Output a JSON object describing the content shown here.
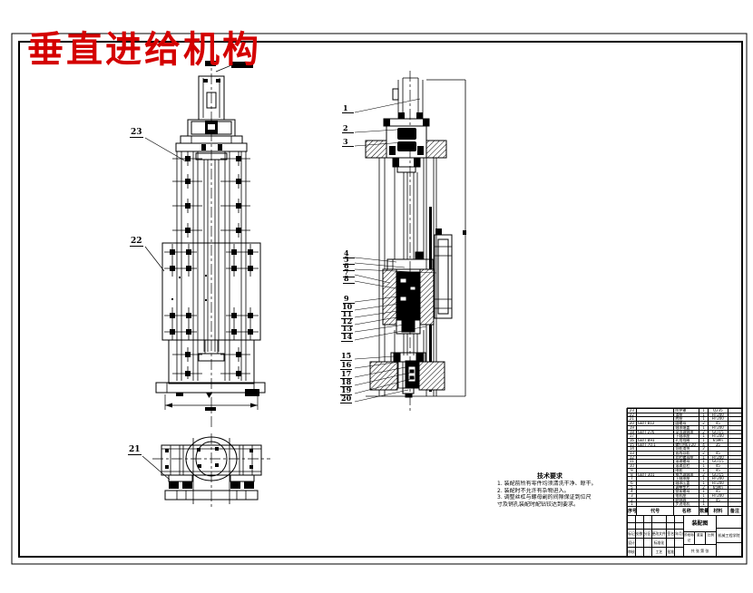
{
  "sheet": {
    "background": "#ffffff",
    "line_color": "#000000"
  },
  "title": {
    "text": "垂直进给机构",
    "color": "#d40000"
  },
  "callouts": [
    "1",
    "2",
    "3",
    "4",
    "5",
    "6",
    "7",
    "8",
    "9",
    "10",
    "11",
    "12",
    "13",
    "14",
    "15",
    "16",
    "17",
    "18",
    "19",
    "20",
    "21",
    "22",
    "23"
  ],
  "notes": {
    "title": "技术要求",
    "lines": [
      "1. 装配前所有零件均须清洗干净、晾干。",
      "2. 装配时不允许有杂物进入。",
      "3. 调整丝杠与螺母副的间隙保证到位尺",
      "寸及销孔装配时配钻铰达到要求。"
    ]
  },
  "bom": {
    "headers": [
      "序号",
      "代号",
      "名称",
      "数量",
      "材料",
      "备注"
    ],
    "rows": [
      {
        "no": "23",
        "code": "",
        "name": "防护罩",
        "qty": "1",
        "mat": "Q235",
        "rem": ""
      },
      {
        "no": "22",
        "code": "",
        "name": "滑座",
        "qty": "1",
        "mat": "HT200",
        "rem": ""
      },
      {
        "no": "21",
        "code": "",
        "name": "底座",
        "qty": "1",
        "mat": "HT200",
        "rem": ""
      },
      {
        "no": "20",
        "code": "GB/T 812",
        "name": "圆螺母",
        "qty": "2",
        "mat": "45",
        "rem": ""
      },
      {
        "no": "19",
        "code": "",
        "name": "轴承端盖",
        "qty": "1",
        "mat": "HT200",
        "rem": ""
      },
      {
        "no": "18",
        "code": "GB/T 276",
        "name": "深沟球轴承",
        "qty": "2",
        "mat": "GCr15",
        "rem": ""
      },
      {
        "no": "17",
        "code": "",
        "name": "下轴承座",
        "qty": "1",
        "mat": "HT200",
        "rem": ""
      },
      {
        "no": "16",
        "code": "GB/T 893",
        "name": "孔用挡圈",
        "qty": "1",
        "mat": "65Mn",
        "rem": ""
      },
      {
        "no": "15",
        "code": "GB/T 70.1",
        "name": "螺钉M6×20",
        "qty": "4",
        "mat": "35",
        "rem": ""
      },
      {
        "no": "14",
        "code": "",
        "name": "导轨滑块",
        "qty": "2",
        "mat": "",
        "rem": ""
      },
      {
        "no": "13",
        "code": "",
        "name": "直线导轨",
        "qty": "2",
        "mat": "45",
        "rem": ""
      },
      {
        "no": "12",
        "code": "",
        "name": "丝杠螺母座",
        "qty": "1",
        "mat": "HT200",
        "rem": ""
      },
      {
        "no": "11",
        "code": "",
        "name": "滚珠螺母",
        "qty": "1",
        "mat": "GCr15",
        "rem": ""
      },
      {
        "no": "10",
        "code": "",
        "name": "滚珠丝杠",
        "qty": "1",
        "mat": "45",
        "rem": ""
      },
      {
        "no": "9",
        "code": "",
        "name": "隔套",
        "qty": "1",
        "mat": "45",
        "rem": ""
      },
      {
        "no": "8",
        "code": "GB/T 301",
        "name": "推力球轴承",
        "qty": "2",
        "mat": "GCr15",
        "rem": ""
      },
      {
        "no": "7",
        "code": "",
        "name": "上轴承座",
        "qty": "1",
        "mat": "HT200",
        "rem": ""
      },
      {
        "no": "6",
        "code": "",
        "name": "轴承压盖",
        "qty": "1",
        "mat": "HT200",
        "rem": ""
      },
      {
        "no": "5",
        "code": "",
        "name": "调整垫片",
        "qty": "2",
        "mat": "65Mn",
        "rem": ""
      },
      {
        "no": "4",
        "code": "",
        "name": "锁紧螺母",
        "qty": "1",
        "mat": "45",
        "rem": ""
      },
      {
        "no": "3",
        "code": "",
        "name": "电机座",
        "qty": "1",
        "mat": "HT200",
        "rem": ""
      },
      {
        "no": "2",
        "code": "",
        "name": "联轴器",
        "qty": "1",
        "mat": "45",
        "rem": ""
      },
      {
        "no": "1",
        "code": "",
        "name": "步进电机",
        "qty": "1",
        "mat": "",
        "rem": ""
      }
    ]
  },
  "title_block": {
    "revision_header": [
      "标记",
      "处数",
      "分区",
      "更改文件号",
      "签名",
      "年月日"
    ],
    "row_blank1": [
      "",
      "",
      "",
      "",
      "",
      ""
    ],
    "row_blank2": [
      "",
      "",
      "",
      "",
      "",
      ""
    ],
    "row_design": [
      "设计",
      "",
      "",
      "标准化",
      "",
      ""
    ],
    "row_check": [
      "审核",
      "",
      "",
      "工艺",
      "批准",
      ""
    ],
    "drawing_name": "装配图",
    "scale_cells": [
      "阶段标记",
      "重量",
      "比例"
    ],
    "sheet_info": "共 张 第 张",
    "org": "机械工程学院"
  }
}
